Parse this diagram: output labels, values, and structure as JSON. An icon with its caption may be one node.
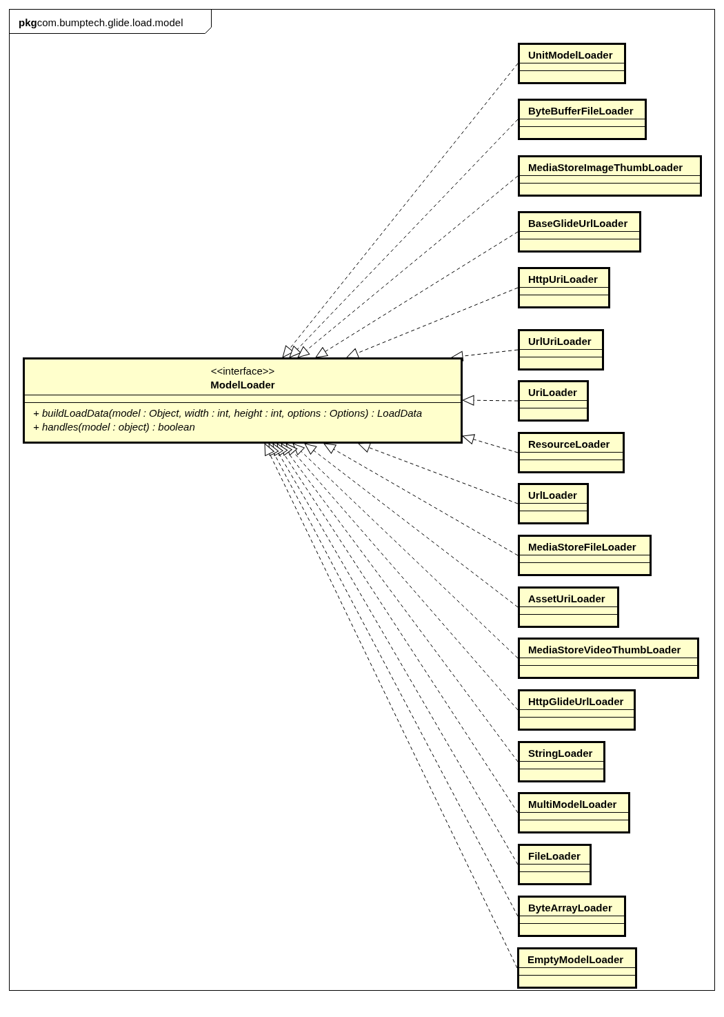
{
  "diagram": {
    "nodes": [
      {
        "text": [
          "**pkg**com.bumptech.glide.load.model"
        ]
      },
      {
        "text": [
          "<<interface>>",
          "ModelLoader",
          "+ buildLoadData(model : Object, width : int, height : int, options : Options) : LoadData",
          "+ handles(model : object) : boolean"
        ],
        "in": 0
      },
      {
        "text": [
          "UnitModelLoader"
        ],
        "in": 0
      },
      {
        "text": [
          "ByteBufferFileLoader"
        ],
        "in": 0
      },
      {
        "text": [
          "MediaStoreImageThumbLoader"
        ],
        "in": 0
      },
      {
        "text": [
          "BaseGlideUrlLoader"
        ],
        "in": 0
      },
      {
        "text": [
          "HttpUriLoader"
        ],
        "in": 0
      },
      {
        "text": [
          "UrlUriLoader"
        ],
        "in": 0
      },
      {
        "text": [
          "UriLoader"
        ],
        "in": 0
      },
      {
        "text": [
          "ResourceLoader"
        ],
        "in": 0
      },
      {
        "text": [
          "UrlLoader"
        ],
        "in": 0
      },
      {
        "text": [
          "MediaStoreFileLoader"
        ],
        "in": 0
      },
      {
        "text": [
          "AssetUriLoader"
        ],
        "in": 0
      },
      {
        "text": [
          "MediaStoreVideoThumbLoader"
        ],
        "in": 0
      },
      {
        "text": [
          "HttpGlideUrlLoader"
        ],
        "in": 0
      },
      {
        "text": [
          "StringLoader"
        ],
        "in": 0
      },
      {
        "text": [
          "MultiModelLoader"
        ],
        "in": 0
      },
      {
        "text": [
          "FileLoader"
        ],
        "in": 0
      },
      {
        "text": [
          "ByteArrayLoader"
        ],
        "in": 0
      },
      {
        "text": [
          "EmptyModelLoader"
        ],
        "in": 0
      }
    ],
    "edges": [
      {
        "from": 2,
        "to": 1,
        "arrow": "to",
        "style": "dashed"
      },
      {
        "from": 3,
        "to": 1,
        "arrow": "to",
        "style": "dashed"
      },
      {
        "from": 4,
        "to": 1,
        "arrow": "to",
        "style": "dashed"
      },
      {
        "from": 5,
        "to": 1,
        "arrow": "to",
        "style": "dashed"
      },
      {
        "from": 6,
        "to": 1,
        "arrow": "to",
        "style": "dashed"
      },
      {
        "from": 7,
        "to": 1,
        "arrow": "to",
        "style": "dashed"
      },
      {
        "from": 8,
        "to": 1,
        "arrow": "to",
        "style": "dashed"
      },
      {
        "from": 9,
        "to": 1,
        "arrow": "to",
        "style": "dashed"
      },
      {
        "from": 10,
        "to": 1,
        "arrow": "to",
        "style": "dashed"
      },
      {
        "from": 11,
        "to": 1,
        "arrow": "to",
        "style": "dashed"
      },
      {
        "from": 12,
        "to": 1,
        "arrow": "to",
        "style": "dashed"
      },
      {
        "from": 13,
        "to": 1,
        "arrow": "to",
        "style": "dashed"
      },
      {
        "from": 14,
        "to": 1,
        "arrow": "to",
        "style": "dashed"
      },
      {
        "from": 15,
        "to": 1,
        "arrow": "to",
        "style": "dashed"
      },
      {
        "from": 16,
        "to": 1,
        "arrow": "to",
        "style": "dashed"
      },
      {
        "from": 17,
        "to": 1,
        "arrow": "to",
        "style": "dashed"
      },
      {
        "from": 18,
        "to": 1,
        "arrow": "to",
        "style": "dashed"
      },
      {
        "from": 19,
        "to": 1,
        "arrow": "to",
        "style": "dashed"
      }
    ]
  }
}
